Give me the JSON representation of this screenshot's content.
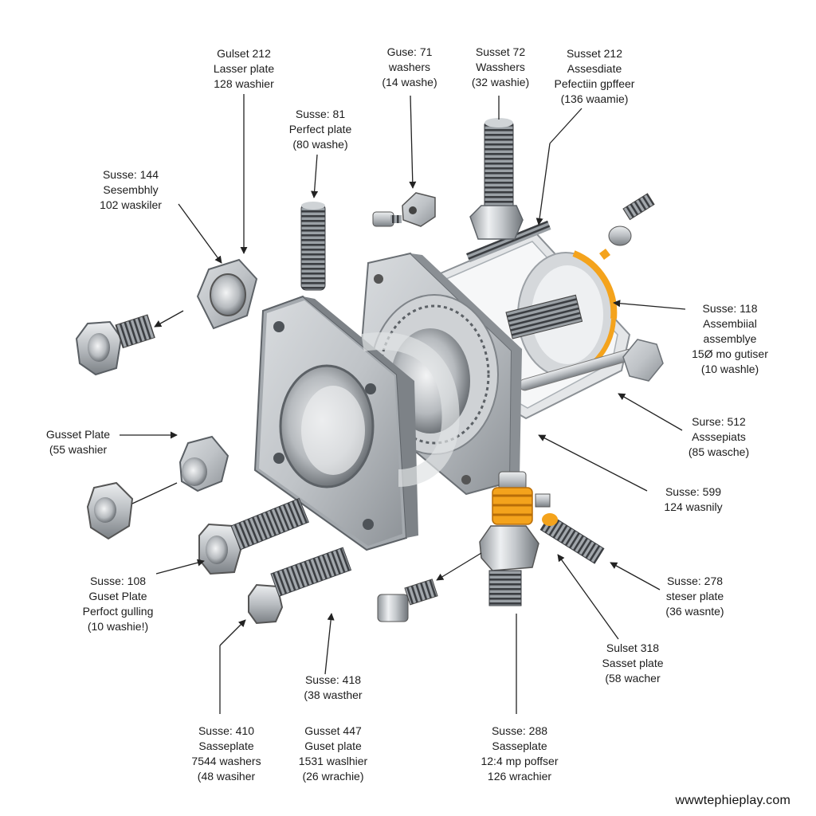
{
  "colors": {
    "steel_light": "#e6e8ea",
    "steel_mid": "#b7bbbf",
    "steel_dark": "#6e7378",
    "thread_dark": "#3d4044",
    "accent_orange": "#f4a31c",
    "leader_line": "#222222"
  },
  "callouts": [
    {
      "id": "c1",
      "lines": [
        "Gulset 212",
        "Lasser plate",
        "128 washier"
      ]
    },
    {
      "id": "c2",
      "lines": [
        "Guse: 71",
        "washers",
        "(14 washe)"
      ]
    },
    {
      "id": "c3",
      "lines": [
        "Susset 72",
        "Wasshers",
        "(32 washie)"
      ]
    },
    {
      "id": "c4",
      "lines": [
        "Susset 212",
        "Assesdiate",
        "Pefectiin gpffeer",
        "(136 waamie)"
      ]
    },
    {
      "id": "c5",
      "lines": [
        "Susse: 81",
        "Perfect plate",
        "(80 washe)"
      ]
    },
    {
      "id": "c6",
      "lines": [
        "Susse: 144",
        "Sesembhly",
        "102 waskiler"
      ]
    },
    {
      "id": "c7",
      "lines": [
        "Susse: 118",
        "Assembiial",
        "assemblye",
        "15Ø mo gutiser",
        "(10 washle)"
      ]
    },
    {
      "id": "c8",
      "lines": [
        "Gusset Plate",
        "(55 washier"
      ]
    },
    {
      "id": "c9",
      "lines": [
        "Surse: 512",
        "Asssepiats",
        "(85 wasche)"
      ]
    },
    {
      "id": "c10",
      "lines": [
        "Susse: 599",
        "124 wasnily"
      ]
    },
    {
      "id": "c11",
      "lines": [
        "Susse: 108",
        "Guset Plate",
        "Perfoct gulling",
        "(10 washie!)"
      ]
    },
    {
      "id": "c12",
      "lines": [
        "Susse: 278",
        "steser plate",
        "(36 wasnte)"
      ]
    },
    {
      "id": "c13",
      "lines": [
        "Sulset 318",
        "Sasset plate",
        "(58 wacher"
      ]
    },
    {
      "id": "c14",
      "lines": [
        "Susse: 418",
        "(38 wasther"
      ]
    },
    {
      "id": "c15",
      "lines": [
        "Susse: 410",
        "Sasseplate",
        "7544 washers",
        "(48 wasiher"
      ]
    },
    {
      "id": "c16",
      "lines": [
        "Gusset 447",
        "Guset plate",
        "1531 waslhier",
        "(26 wrachie)"
      ]
    },
    {
      "id": "c17",
      "lines": [
        "Susse: 288",
        "Sasseplate",
        "12:4 mp poffser",
        "126 wrachier"
      ]
    }
  ],
  "watermark": "wwwtephieplay.com"
}
